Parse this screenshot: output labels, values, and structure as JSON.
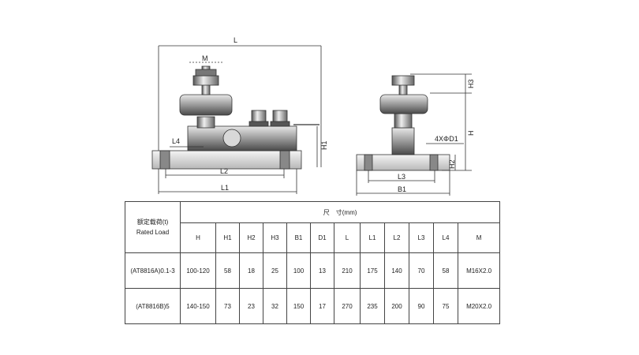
{
  "drawing": {
    "left_view_labels": {
      "L": "L",
      "M": "M",
      "H1": "H1",
      "L4": "L4",
      "L2": "L2",
      "L1": "L1"
    },
    "right_view_labels": {
      "H3": "H3",
      "H": "H",
      "D1": "4XΦD1",
      "H2": "H2",
      "L3": "L3",
      "B1": "B1"
    }
  },
  "table": {
    "model_header_cn": "额定载荷(t)",
    "model_header_en": "Rated Load",
    "group_title": "尺　寸(mm)",
    "columns": [
      "H",
      "H1",
      "H2",
      "H3",
      "B1",
      "D1",
      "L",
      "L1",
      "L2",
      "L3",
      "L4",
      "M"
    ],
    "rows": [
      {
        "model": "(AT8816A)0.1-3",
        "values": [
          "100-120",
          "58",
          "18",
          "25",
          "100",
          "13",
          "210",
          "175",
          "140",
          "70",
          "58",
          "M16X2.0"
        ]
      },
      {
        "model": "(AT8816B)5",
        "values": [
          "140-150",
          "73",
          "23",
          "32",
          "150",
          "17",
          "270",
          "235",
          "200",
          "90",
          "75",
          "M20X2.0"
        ]
      }
    ]
  }
}
